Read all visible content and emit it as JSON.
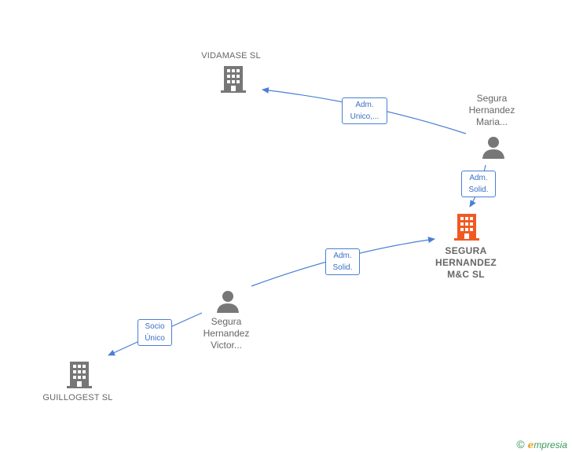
{
  "nodes": {
    "vidamase": {
      "label": "VIDAMASE SL"
    },
    "segura_maria": {
      "lines": [
        "Segura",
        "Hernandez",
        "Maria..."
      ]
    },
    "segura_mc": {
      "lines": [
        "SEGURA",
        "HERNANDEZ",
        "M&C  SL"
      ]
    },
    "segura_victor": {
      "lines": [
        "Segura",
        "Hernandez",
        "Victor..."
      ]
    },
    "guillogest": {
      "label": "GUILLOGEST SL"
    }
  },
  "edges": {
    "maria_vidamase": {
      "lines": [
        "Adm.",
        "Unico,..."
      ]
    },
    "maria_mc": {
      "lines": [
        "Adm.",
        "Solid."
      ]
    },
    "victor_mc": {
      "lines": [
        "Adm.",
        "Solid."
      ]
    },
    "victor_guillogest": {
      "lines": [
        "Socio",
        "Único"
      ]
    }
  },
  "colors": {
    "node": "#777777",
    "focus": "#f05a22",
    "edge": "#4a7fd4"
  },
  "footer": {
    "copyright": "©",
    "brand_e": "e",
    "brand_rest": "mpresia"
  }
}
